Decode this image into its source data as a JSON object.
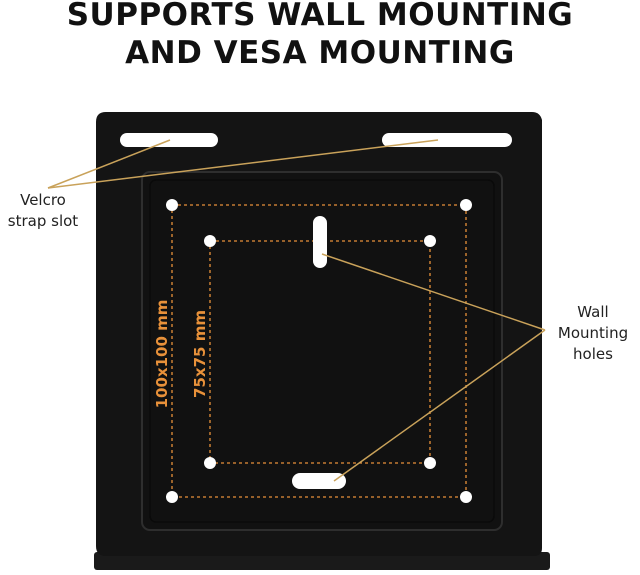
{
  "header": {
    "line1": "SUPPORTS WALL MOUNTING",
    "line2": "AND VESA MOUNTING"
  },
  "callouts": {
    "velcro": "Velcro strap slot",
    "wall": "Wall Mounting holes"
  },
  "dimensions": {
    "outer": "100x100 mm",
    "inner": "75x75 mm"
  },
  "colors": {
    "accent": "#e8913a",
    "plate": "#141414",
    "leader": "#c9a25a"
  }
}
